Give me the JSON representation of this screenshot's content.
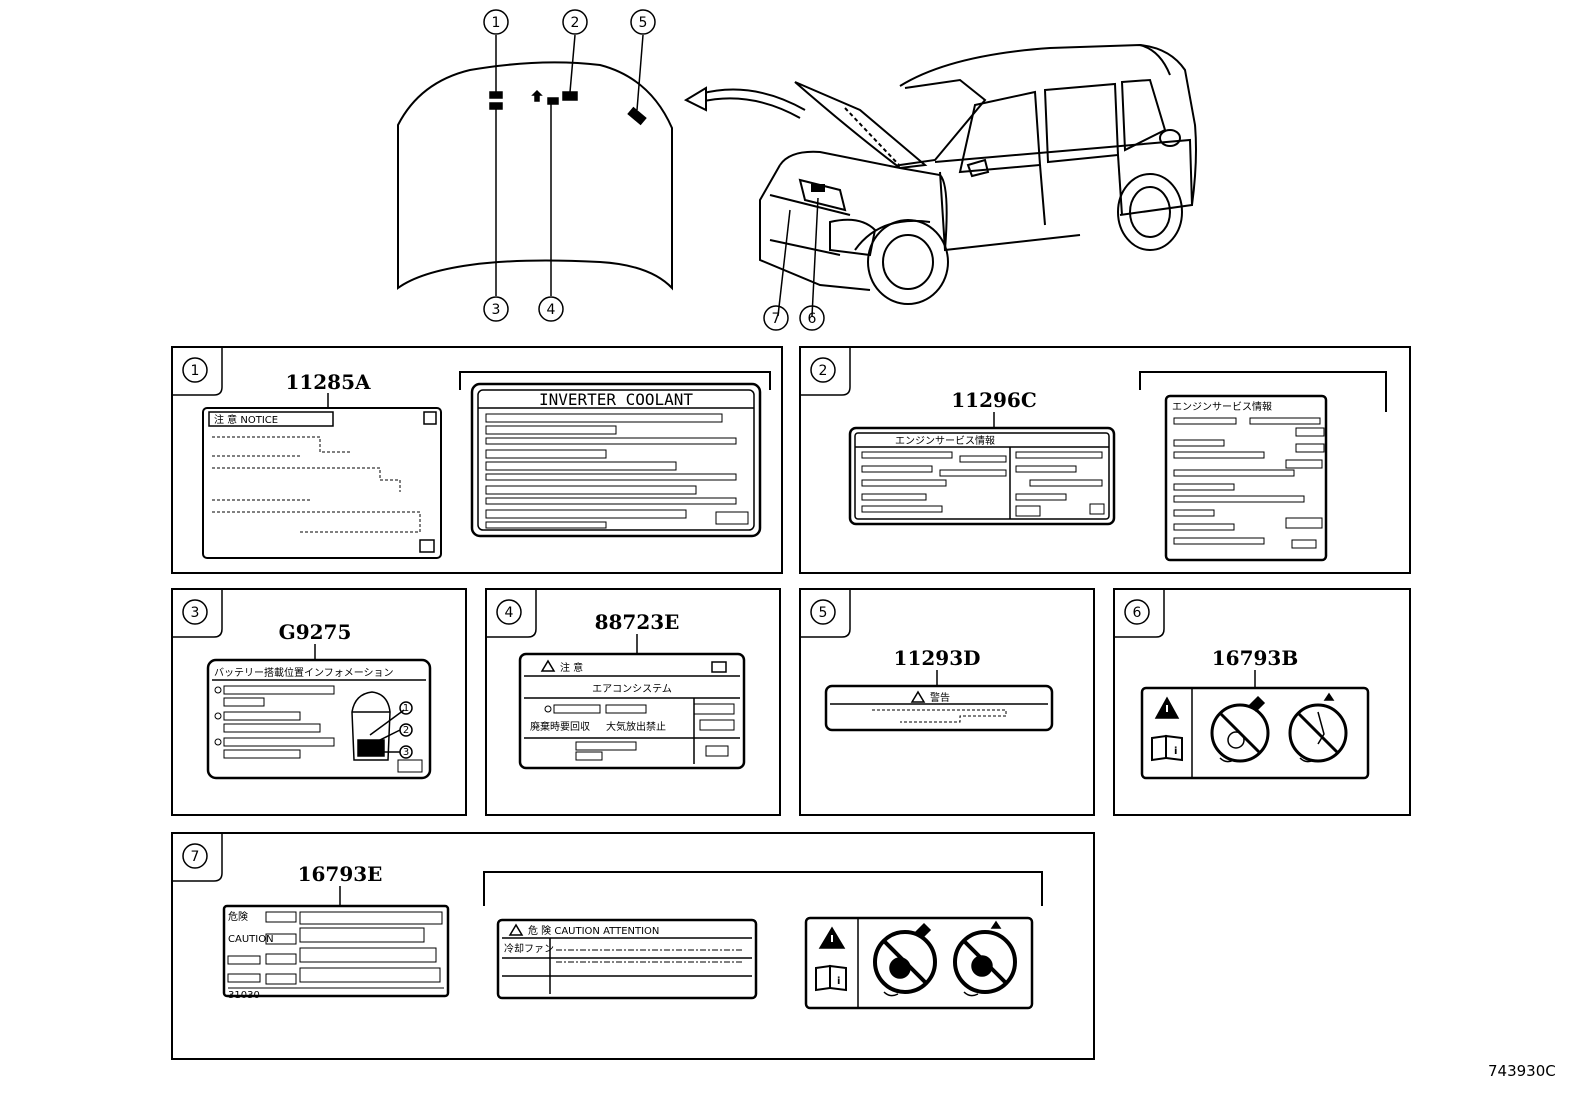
{
  "callouts": {
    "c1": "1",
    "c2": "2",
    "c3": "3",
    "c4": "4",
    "c5": "5",
    "c6": "6",
    "c7": "7"
  },
  "panels": {
    "p1": {
      "badge": "1",
      "part_number": "11285A",
      "notice_label": "注 意 NOTICE",
      "inverter_label": "INVERTER COOLANT"
    },
    "p2": {
      "badge": "2",
      "part_number": "11296C",
      "engine_service_label": "エンジンサービス情報",
      "engine_service_label_2": "エンジンサービス情報"
    },
    "p3": {
      "badge": "3",
      "part_number": "G9275",
      "battery_label": "バッテリー搭載位置インフォメーション",
      "n1": "1",
      "n2": "2",
      "n3": "3"
    },
    "p4": {
      "badge": "4",
      "part_number": "88723E",
      "caution_label": "注 意",
      "ac_label": "エアコンシステム",
      "disposal_label": "廃棄時要回収",
      "release_label": "大気放出禁止"
    },
    "p5": {
      "badge": "5",
      "part_number": "11293D",
      "warning_label": "警告"
    },
    "p6": {
      "badge": "6",
      "part_number": "16793B"
    },
    "p7": {
      "badge": "7",
      "part_number": "16793E",
      "danger_label": "危険",
      "caution_small": "CAUTION",
      "code": "31030",
      "danger_header": "危 険 CAUTION ATTENTION",
      "fan_label": "冷却ファン"
    }
  },
  "reference": "743930C",
  "colors": {
    "line": "#000000",
    "background": "#ffffff"
  }
}
